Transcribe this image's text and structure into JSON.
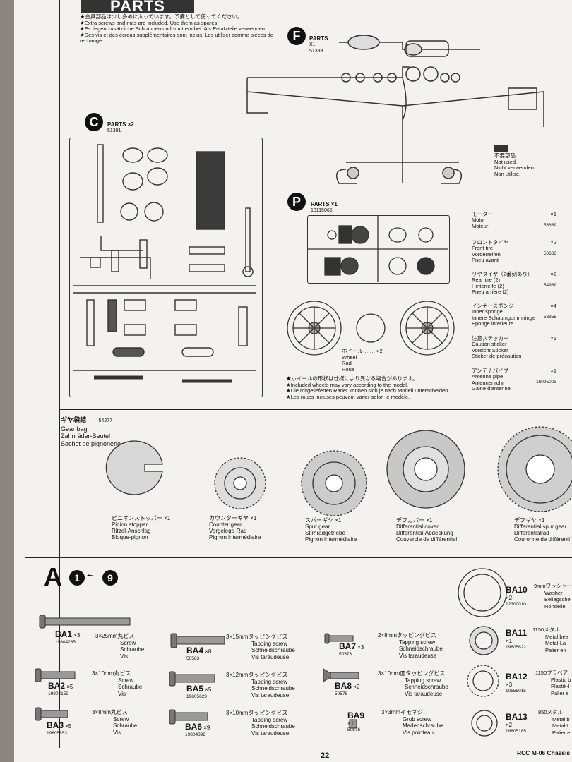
{
  "header": {
    "title": "PARTS"
  },
  "notes": [
    "★金具部品は少し多めに入っています。予備として使ってください。",
    "★Extra screws and nuts are included. Use them as spares.",
    "★Es liegen zusätzliche Schrauben und -muttern bei. Als Ersatzteile verwenden.",
    "★Des vis et des écrous supplémentaires sont inclus. Les utiliser comme pièces de rechange."
  ],
  "parts_f": {
    "letter": "F",
    "label": "PARTS",
    "qty": "X1",
    "code": "51393"
  },
  "parts_c": {
    "letter": "C",
    "label": "PARTS ×2",
    "code": "51391"
  },
  "parts_p": {
    "letter": "P",
    "label": "PARTS ×1",
    "code": "10115065"
  },
  "not_used": [
    "不要部品",
    "Not used.",
    "Nicht verwenden.",
    "Non utilisé."
  ],
  "right_items": [
    {
      "jp": "モーター",
      "en": "Motor",
      "de": "Moteur",
      "qty": "×1",
      "code": "53689"
    },
    {
      "jp": "フロントタイヤ",
      "en": "Front tire",
      "de": "Vorderreifen",
      "fr": "Pneu avant",
      "qty": "×2",
      "code": "50683"
    },
    {
      "jp": "リヤタイヤ（2番刻あり）",
      "en": "Rear tire (2)",
      "de": "Hinterreife (2)",
      "fr": "Pneu arrière (2)",
      "qty": "×2",
      "code": "54989"
    },
    {
      "jp": "インナースポンジ",
      "en": "Inner sponge",
      "de": "Innere Schaumgummiringe",
      "fr": "Eponge intérieure",
      "qty": "×4",
      "code": "53355"
    },
    {
      "jp": "注意ステッカー",
      "en": "Caution sticker",
      "de": "Vorsicht Sticker",
      "fr": "Sticker de précaution",
      "qty": "×1",
      "code": ""
    },
    {
      "jp": "アンテナパイプ",
      "en": "Antenna pipe",
      "de": "Antennenrohr",
      "fr": "Gaine d'antenne",
      "qty": "×1",
      "code": "16095003"
    }
  ],
  "wheel": {
    "jp": "ホイール",
    "qty": "×2",
    "en": "Wheel",
    "de": "Rad",
    "fr": "Roue"
  },
  "wheel_notes": [
    "★ホイールの形状は仕様により異なる場合があります。",
    "★Included wheels may vary according to the model.",
    "★Die mitgelieferten Räder können sich je nach Modell unterscheiden.",
    "★Les roues incluses peuvent varier selon le modèle."
  ],
  "gear_bag": {
    "jp": "ギヤ袋詰",
    "code": "54277",
    "en": "Gear bag",
    "de": "Zahnräder-Beutel",
    "fr": "Sachet de pignonerie"
  },
  "gears": [
    {
      "jp": "ピニオンストッパー ×1",
      "en": "Pinion stopper",
      "de": "Ritzel-Anschlag",
      "fr": "Bloque-pignon"
    },
    {
      "jp": "カウンターギヤ ×1",
      "en": "Counter gear",
      "de": "Vorgelege-Rad",
      "fr": "Pignon intermédiaire"
    },
    {
      "jp": "スパーギヤ ×1",
      "en": "Spur gear",
      "de": "Stirnradgetriebe",
      "fr": "Pignon intermédiaire"
    },
    {
      "jp": "デフカバー ×1",
      "en": "Differential cover",
      "de": "Differential-Abdeckung",
      "fr": "Couvercle de différentiel"
    },
    {
      "jp": "デフギヤ ×1",
      "en": "Differential spur gear",
      "de": "Differentialrad",
      "fr": "Couronne de différenti"
    }
  ],
  "section_a": {
    "letter": "A",
    "step_from": "1",
    "tilde": "~",
    "step_to": "9"
  },
  "screws": [
    {
      "code": "BA1",
      "qty": "×3",
      "num": "19804285",
      "jp": "3×25mm丸ビス",
      "en": "Screw",
      "de": "Schraube",
      "fr": "Vis"
    },
    {
      "code": "BA2",
      "qty": "×5",
      "num": "19804159",
      "jp": "3×10mm丸ビス",
      "en": "Screw",
      "de": "Schraube",
      "fr": "Vis"
    },
    {
      "code": "BA3",
      "qty": "×5",
      "num": "19805853",
      "jp": "3×8mm丸ビス",
      "en": "Screw",
      "de": "Schraube",
      "fr": "Vis"
    },
    {
      "code": "BA4",
      "qty": "×8",
      "num": "50583",
      "jp": "3×15mmタッピングビス",
      "en": "Tapping screw",
      "de": "Schneidschraube",
      "fr": "Vis taraudeuse"
    },
    {
      "code": "BA5",
      "qty": "×5",
      "num": "19805629",
      "jp": "3×12mmタッピングビス",
      "en": "Tapping screw",
      "de": "Schneidschraube",
      "fr": "Vis taraudeuse"
    },
    {
      "code": "BA6",
      "qty": "×9",
      "num": "19804392",
      "jp": "3×10mmタッピングビス",
      "en": "Tapping screw",
      "de": "Schneidschraube",
      "fr": "Vis taraudeuse"
    },
    {
      "code": "BA7",
      "qty": "×3",
      "num": "50573",
      "jp": "2×8mmタッピングビス",
      "en": "Tapping screw",
      "de": "Schneidschraube",
      "fr": "Vis taraudeuse"
    },
    {
      "code": "BA8",
      "qty": "×2",
      "num": "50578",
      "jp": "3×10mm皿タッピングビス",
      "en": "Tapping screw",
      "de": "Schneidschraube",
      "fr": "Vis taraudeuse"
    },
    {
      "code": "BA9",
      "qty": "×1",
      "num": "50576",
      "jp": "3×3mmイモネジ",
      "en": "Grub screw",
      "de": "Madenschraube",
      "fr": "Vis pointeau"
    },
    {
      "code": "BA10",
      "qty": "×2",
      "num": "12300010",
      "jp": "9mmワッシャー",
      "en": "Washer",
      "de": "Beilagsche",
      "fr": "Rondelle"
    },
    {
      "code": "BA11",
      "qty": "×1",
      "num": "19805622",
      "jp": "1150メタル",
      "en": "Metal bea",
      "de": "Metal-La",
      "fr": "Palier en"
    },
    {
      "code": "BA12",
      "qty": "×3",
      "num": "10555015",
      "jp": "1150プラベア",
      "en": "Plastic b",
      "de": "Plastik-l",
      "fr": "Palier e"
    },
    {
      "code": "BA13",
      "qty": "×2",
      "num": "19805185",
      "jp": "850メタル",
      "en": "Metal b",
      "de": "Metal-L",
      "fr": "Palier e"
    }
  ],
  "footer": {
    "page": "22",
    "model": "RCC M-06 Chassis"
  }
}
